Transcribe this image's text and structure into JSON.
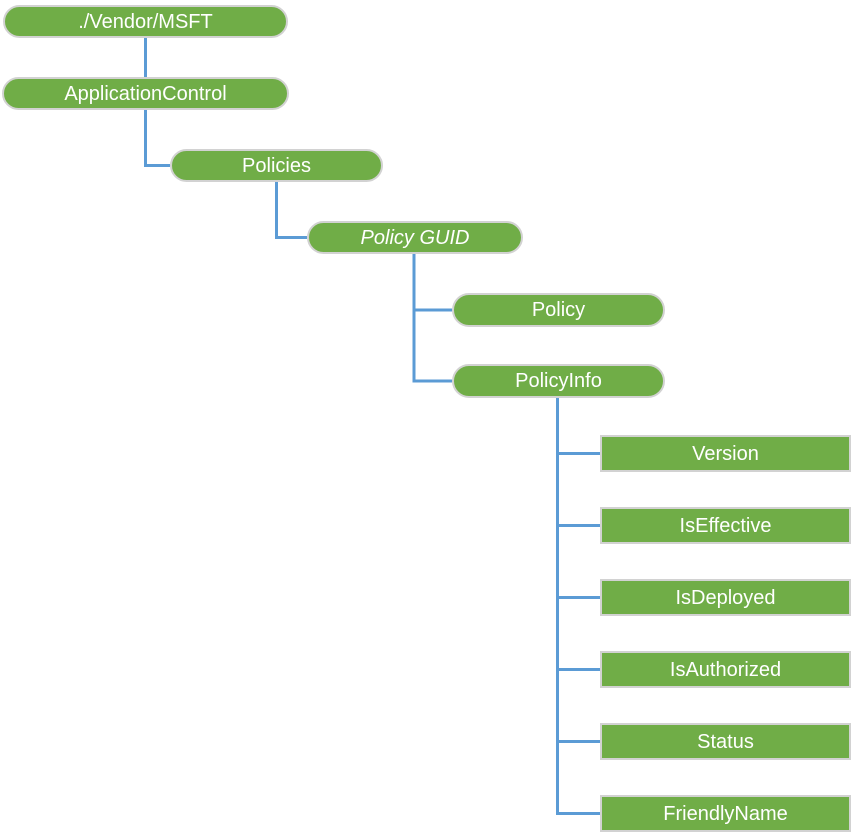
{
  "diagram": {
    "type": "tree",
    "nodes": [
      {
        "id": "vendor-msft",
        "label": "./Vendor/MSFT",
        "shape": "pill",
        "italic": false,
        "parent": null
      },
      {
        "id": "application-control",
        "label": "ApplicationControl",
        "shape": "pill",
        "italic": false,
        "parent": "vendor-msft"
      },
      {
        "id": "policies",
        "label": "Policies",
        "shape": "pill",
        "italic": false,
        "parent": "application-control"
      },
      {
        "id": "policy-guid",
        "label": "Policy GUID",
        "shape": "pill",
        "italic": true,
        "parent": "policies"
      },
      {
        "id": "policy",
        "label": "Policy",
        "shape": "pill",
        "italic": false,
        "parent": "policy-guid"
      },
      {
        "id": "policy-info",
        "label": "PolicyInfo",
        "shape": "pill",
        "italic": false,
        "parent": "policy-guid"
      },
      {
        "id": "version",
        "label": "Version",
        "shape": "rect",
        "italic": false,
        "parent": "policy-info"
      },
      {
        "id": "is-effective",
        "label": "IsEffective",
        "shape": "rect",
        "italic": false,
        "parent": "policy-info"
      },
      {
        "id": "is-deployed",
        "label": "IsDeployed",
        "shape": "rect",
        "italic": false,
        "parent": "policy-info"
      },
      {
        "id": "is-authorized",
        "label": "IsAuthorized",
        "shape": "rect",
        "italic": false,
        "parent": "policy-info"
      },
      {
        "id": "status",
        "label": "Status",
        "shape": "rect",
        "italic": false,
        "parent": "policy-info"
      },
      {
        "id": "friendly-name",
        "label": "FriendlyName",
        "shape": "rect",
        "italic": false,
        "parent": "policy-info"
      }
    ],
    "colors": {
      "node_fill": "#70AD47",
      "node_border": "#D2D2D2",
      "connector": "#5B9BD5",
      "node_text": "#FFFFFF",
      "background": "#FFFFFF"
    }
  }
}
